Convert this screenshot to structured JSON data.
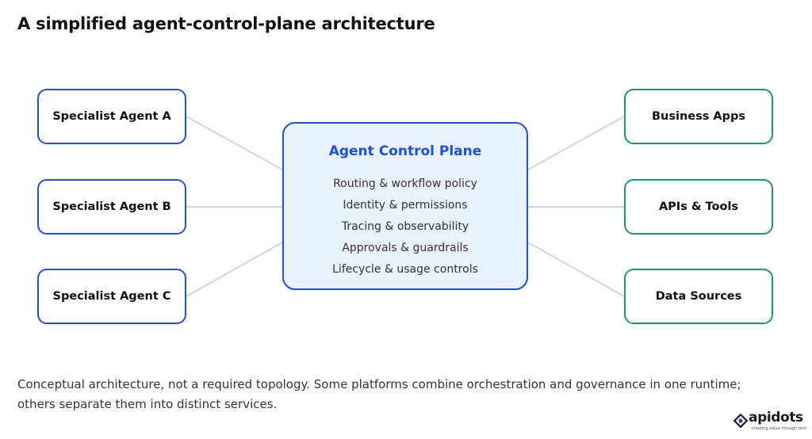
{
  "title": "A simplified agent-control-plane architecture",
  "colors": {
    "agent_border": "#1f4fe0",
    "target_border": "#159c6b",
    "hub_border": "#1f4fe0",
    "hub_fill": "#e9f1ff",
    "hub_title": "#1f4fe0",
    "connector": "#c9d6ee",
    "brand_accent": "#6a1fb4"
  },
  "agents": [
    {
      "label": "Specialist Agent A"
    },
    {
      "label": "Specialist Agent B"
    },
    {
      "label": "Specialist Agent C"
    }
  ],
  "hub": {
    "title": "Agent Control Plane",
    "items": [
      "Routing & workflow policy",
      "Identity & permissions",
      "Tracing & observability",
      "Approvals & guardrails",
      "Lifecycle & usage controls"
    ]
  },
  "targets": [
    {
      "label": "Business Apps"
    },
    {
      "label": "APIs & Tools"
    },
    {
      "label": "Data Sources"
    }
  ],
  "caption": {
    "line1": "Conceptual architecture, not a required topology. Some platforms combine orchestration and governance in one runtime;",
    "line2": "others separate them into distinct services."
  },
  "brand": {
    "name": "apidots",
    "tagline": "creating value through tech",
    "icon": "apidots-logo-icon"
  }
}
